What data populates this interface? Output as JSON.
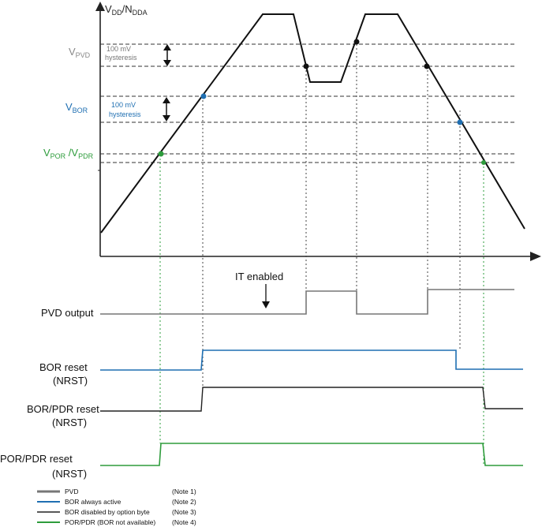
{
  "colors": {
    "pvd": "#777777",
    "bor": "#1f6fb2",
    "bor_disabled": "#222222",
    "por": "#2e9c3c",
    "axis": "#222222",
    "dash": "#333333"
  },
  "axis": {
    "y_label_main": "V",
    "y_label_sub1": "DD",
    "y_label_sep": "/N",
    "y_label_sub2": "DDA"
  },
  "thresholds": {
    "pvd": {
      "main": "V",
      "sub": "PVD",
      "hyst_line1": "100 mV",
      "hyst_line2": "hysteresis"
    },
    "bor": {
      "main": "V",
      "sub": "BOR",
      "hyst_line1": "100 mV",
      "hyst_line2": "hysteresis"
    },
    "por": {
      "main1": "V",
      "sub1": "POR",
      "sep": " /V",
      "sub2": "PDR"
    }
  },
  "annotations": {
    "it_enabled": "IT enabled"
  },
  "signals": {
    "pvd_output": "PVD output",
    "bor_reset_line1": "BOR reset",
    "bor_reset_line2": "(NRST)",
    "borpdr_reset_line1": "BOR/PDR reset",
    "borpdr_reset_line2": "(NRST)",
    "porpdr_reset_line1": "POR/PDR reset",
    "porpdr_reset_line2": "(NRST)"
  },
  "legend": [
    {
      "label": "PVD",
      "note": "(Note 1)",
      "color": "#777777"
    },
    {
      "label": "BOR always active",
      "note": "(Note 2)",
      "color": "#1f6fb2"
    },
    {
      "label": "BOR disabled by option byte",
      "note": "(Note 3)",
      "color": "#222222"
    },
    {
      "label": "POR/PDR (BOR not available)",
      "note": "(Note 4)",
      "color": "#2e9c3c"
    }
  ]
}
